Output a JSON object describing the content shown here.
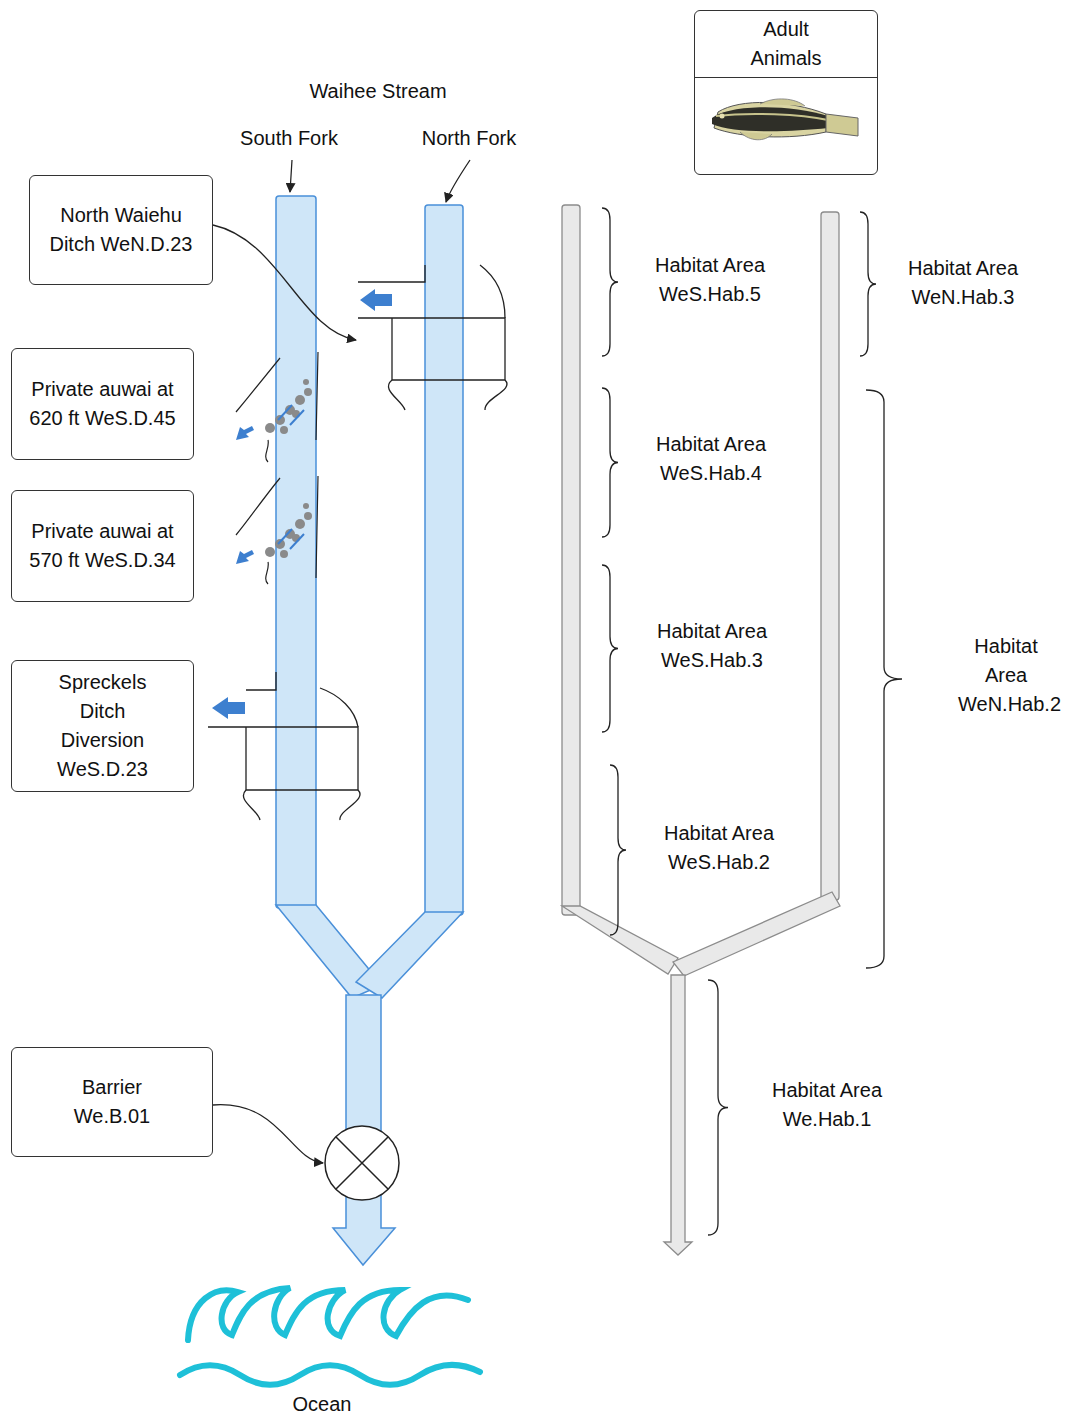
{
  "diagram": {
    "nodes": [
      {
        "text": [
          "North Waiehu Ditch WeN.D.23"
        ]
      },
      {
        "text": [
          "Private auwai at 620 ft WeS.D.45"
        ]
      },
      {
        "text": [
          "Private auwai at 570 ft WeS.D.34"
        ]
      },
      {
        "text": [
          "Spreckels Ditch Diversion WeS.D.23"
        ]
      },
      {
        "text": [
          "Barrier We.B.01"
        ]
      },
      {
        "text": [
          "Adult Animals"
        ]
      }
    ],
    "labels": [
      "Waihee Stream",
      "South Fork",
      "North Fork",
      "Ocean",
      "Habitat Area WeS.Hab.5",
      "Habitat Area WeN.Hab.3",
      "Habitat Area WeS.Hab.4",
      "Habitat Area WeS.Hab.3",
      "Habitat Area WeN.Hab.2",
      "Habitat Area WeS.Hab.2",
      "Habitat Area We.Hab.1"
    ]
  }
}
